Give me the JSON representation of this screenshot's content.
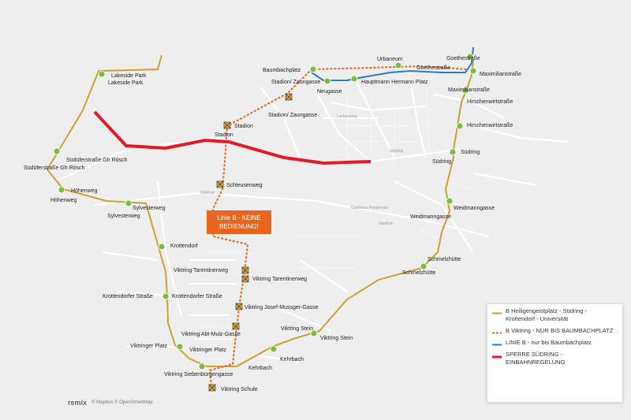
{
  "notice": {
    "line1": "Linie B - KEINE",
    "line2": "BEDIENUNG!"
  },
  "legend": [
    {
      "text": "B Heiligengeistplatz - Südring - Krottendorf - Universität",
      "color": "#c9a22f",
      "style": "solid"
    },
    {
      "text": "B Viktring - NUR BIS BAUMBACHPLATZ",
      "color": "#e8651e",
      "style": "dashed"
    },
    {
      "text": "LINIE B - nur bis Baumbachplatz",
      "color": "#2b7bbd",
      "style": "solid"
    },
    {
      "text": "SPERRE SÜDRING - EINBAHNREGELUNG",
      "color": "#e3192a",
      "style": "solid"
    }
  ],
  "attribution": {
    "logo": "remix",
    "text": "© Mapbox © OpenStreetMap"
  },
  "colors": {
    "route_gold": "#c9a22f",
    "route_orange": "#e8651e",
    "route_blue": "#2b7bbd",
    "closure_red": "#e3192a",
    "stop_green": "#7bbd42"
  },
  "stops": [
    {
      "id": "lakeside",
      "name": "Lakeside Park",
      "name2": "Lakeside Park"
    },
    {
      "id": "suedufer",
      "name": "Südüferstraße Gh Rösch",
      "name2": "Südüferstraße Gh Rösch"
    },
    {
      "id": "hoehenweg",
      "name": "Höhenweg",
      "name2": "Höhenweg"
    },
    {
      "id": "sylvester",
      "name": "Sylvesterweg",
      "name2": "Sylvesterweg"
    },
    {
      "id": "krottendorf",
      "name": "Krottendorf"
    },
    {
      "id": "krottendorferstr",
      "name": "Krottendorfer Straße",
      "name2": "Krottendorfer Straße"
    },
    {
      "id": "viktringerplatz",
      "name": "Viktringer Platz",
      "name2": "Viktringer Platz"
    },
    {
      "id": "siebenbuergen",
      "name": "Viktring Siebenbürgengasse"
    },
    {
      "id": "kehrbach",
      "name": "Kehrbach",
      "name2": "Kehrbach"
    },
    {
      "id": "viktringstein",
      "name": "Viktring Stein",
      "name2": "Viktring Stein"
    },
    {
      "id": "schmelzhuette",
      "name": "Schmelzhütte",
      "name2": "Schmelzhütte"
    },
    {
      "id": "weidmann",
      "name": "Weidmanngasse",
      "name2": "Weidmanngasse"
    },
    {
      "id": "suedring",
      "name": "Südring",
      "name2": "Südring"
    },
    {
      "id": "hirschenwirt",
      "name": "Hirschenwirtstraße",
      "name2": "Hirschenwirtstraße"
    },
    {
      "id": "maximilian",
      "name": "Maximilianstraße",
      "name2": "Maximilianstraße"
    },
    {
      "id": "goethe",
      "name": "Goethestraße",
      "name2": "Goethestraße"
    },
    {
      "id": "urbaneum",
      "name": "Urbaneum"
    },
    {
      "id": "hauptmann",
      "name": "Hauptmann Hermann Platz"
    },
    {
      "id": "neugasse",
      "name": "Neugasse"
    },
    {
      "id": "baumbach",
      "name": "Baumbachplatz"
    },
    {
      "id": "stadionzaun",
      "name": "Stadion/ Zaungasse",
      "name2": "Stadion/ Zaungasse"
    },
    {
      "id": "stadion",
      "name": "Stadion",
      "name2": "Stadion"
    },
    {
      "id": "schleusen",
      "name": "Schleusenweg"
    },
    {
      "id": "tarentiner",
      "name": "Viktring Tarentinerweg",
      "name2": "Viktring Tarentinerweg"
    },
    {
      "id": "mussger",
      "name": "Viktring Josef-Mussger-Gasse"
    },
    {
      "id": "abtmulz",
      "name": "Viktring Abt-Mulz-Gasse"
    },
    {
      "id": "schule",
      "name": "Viktring Schule"
    }
  ],
  "streets": {
    "suedring": "Südring",
    "glanfurt": "Glanfurt",
    "glanfurt2": "Glanfurt",
    "lackenweg": "Lackenweg",
    "gasthaus": "Gasthaus Ponderosa"
  }
}
